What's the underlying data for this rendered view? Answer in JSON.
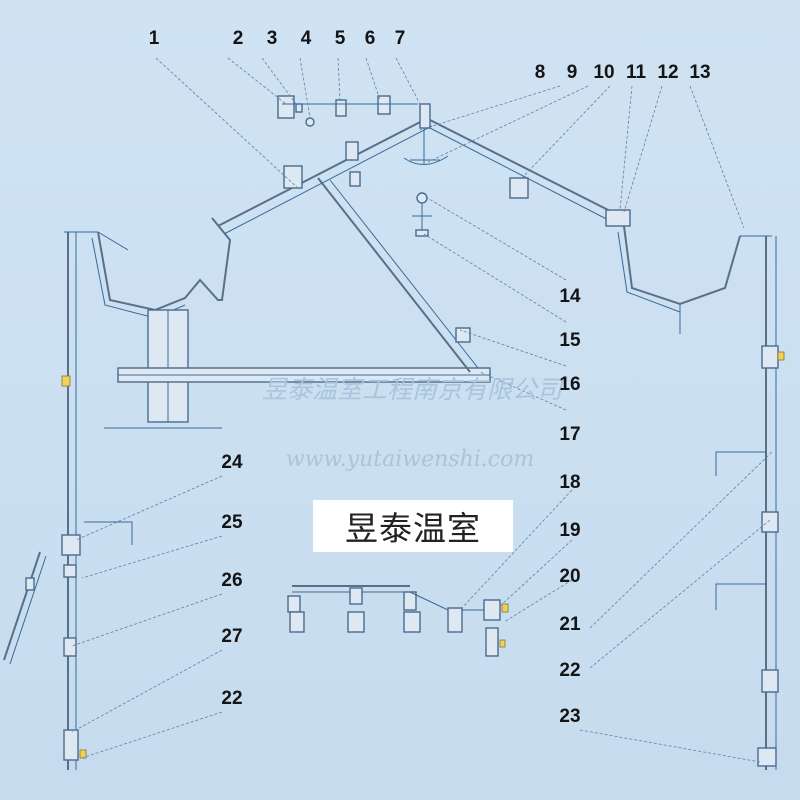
{
  "callouts": [
    {
      "id": "c1",
      "label": "1"
    },
    {
      "id": "c2",
      "label": "2"
    },
    {
      "id": "c3",
      "label": "3"
    },
    {
      "id": "c4",
      "label": "4"
    },
    {
      "id": "c5",
      "label": "5"
    },
    {
      "id": "c6",
      "label": "6"
    },
    {
      "id": "c7",
      "label": "7"
    },
    {
      "id": "c8",
      "label": "8"
    },
    {
      "id": "c9",
      "label": "9"
    },
    {
      "id": "c10",
      "label": "10"
    },
    {
      "id": "c11",
      "label": "11"
    },
    {
      "id": "c12",
      "label": "12"
    },
    {
      "id": "c13",
      "label": "13"
    },
    {
      "id": "c14",
      "label": "14"
    },
    {
      "id": "c15",
      "label": "15"
    },
    {
      "id": "c16",
      "label": "16"
    },
    {
      "id": "c17",
      "label": "17"
    },
    {
      "id": "c18",
      "label": "18"
    },
    {
      "id": "c19",
      "label": "19"
    },
    {
      "id": "c20",
      "label": "20"
    },
    {
      "id": "c21",
      "label": "21"
    },
    {
      "id": "c22a",
      "label": "22"
    },
    {
      "id": "c23",
      "label": "23"
    },
    {
      "id": "c24",
      "label": "24"
    },
    {
      "id": "c25",
      "label": "25"
    },
    {
      "id": "c26",
      "label": "26"
    },
    {
      "id": "c27",
      "label": "27"
    },
    {
      "id": "c22b",
      "label": "22"
    }
  ],
  "watermark": {
    "company": "昱泰温室工程南京有限公司",
    "url": "www.yutaiwenshi.com"
  },
  "brand_label": "昱泰温室"
}
